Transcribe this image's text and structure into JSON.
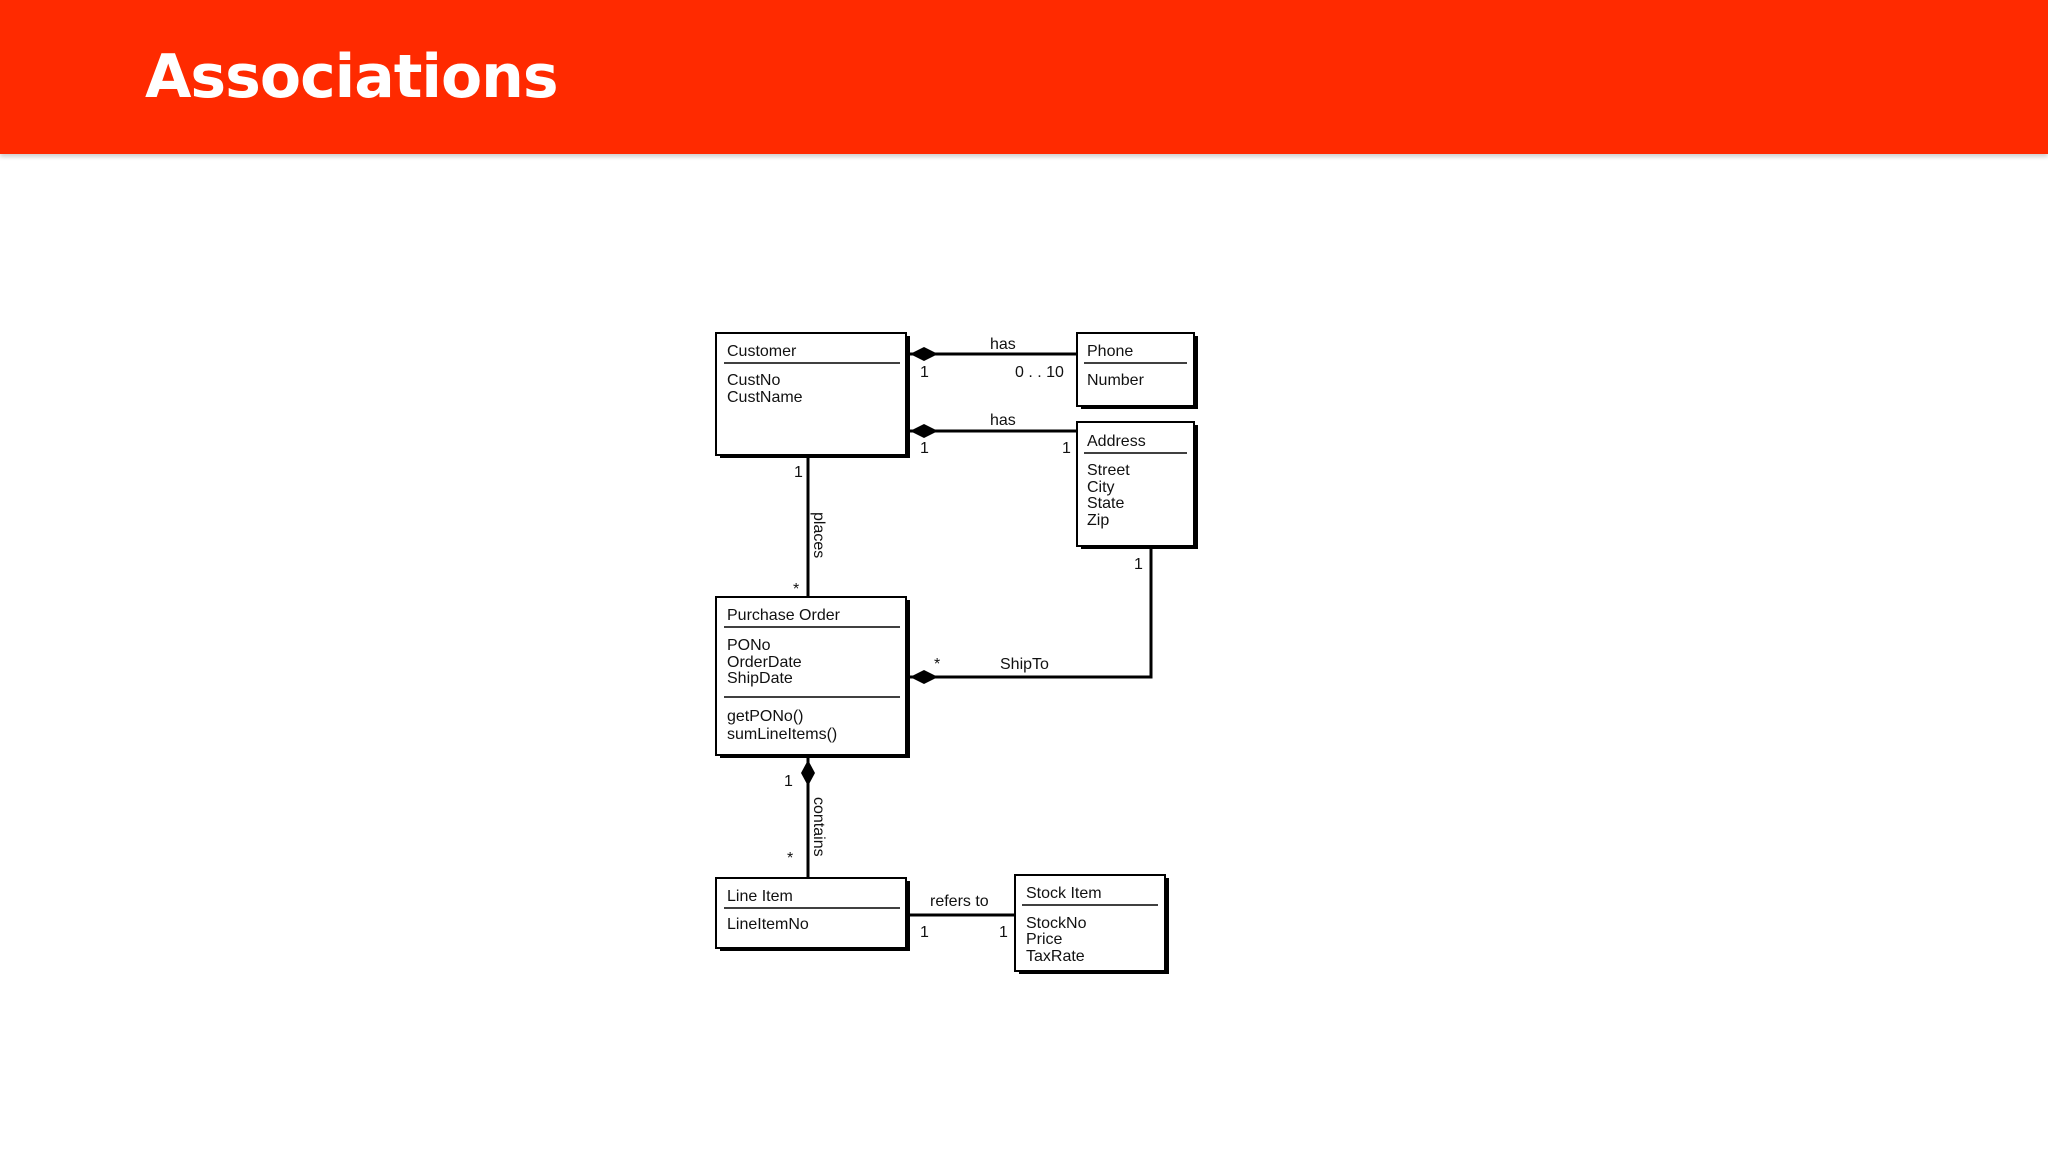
{
  "header": {
    "title": "Associations",
    "background_color": "#ff2a00"
  },
  "classes": {
    "customer": {
      "name": "Customer",
      "attributes": [
        "CustNo",
        "CustName"
      ]
    },
    "phone": {
      "name": "Phone",
      "attributes": [
        "Number"
      ]
    },
    "address": {
      "name": "Address",
      "attributes": [
        "Street",
        "City",
        "State",
        "Zip"
      ]
    },
    "purchase_order": {
      "name": "Purchase Order",
      "attributes": [
        "PONo",
        "OrderDate",
        "ShipDate"
      ],
      "operations": [
        "getPONo()",
        "sumLineItems()"
      ]
    },
    "line_item": {
      "name": "Line Item",
      "attributes": [
        "LineItemNo"
      ]
    },
    "stock_item": {
      "name": "Stock Item",
      "attributes": [
        "StockNo",
        "Price",
        "TaxRate"
      ]
    }
  },
  "associations": {
    "customer_phone": {
      "label": "has",
      "mult_source": "1",
      "mult_target": "0 . . 10"
    },
    "customer_address": {
      "label": "has",
      "mult_source": "1",
      "mult_target": "1"
    },
    "customer_po": {
      "label": "places",
      "mult_source": "1",
      "mult_target": "*"
    },
    "po_address": {
      "label": "ShipTo",
      "mult_source": "*",
      "mult_target": "1"
    },
    "po_lineitem": {
      "label": "contains",
      "mult_source": "1",
      "mult_target": "*"
    },
    "lineitem_stock": {
      "label": "refers to",
      "mult_source": "1",
      "mult_target": "1"
    }
  }
}
